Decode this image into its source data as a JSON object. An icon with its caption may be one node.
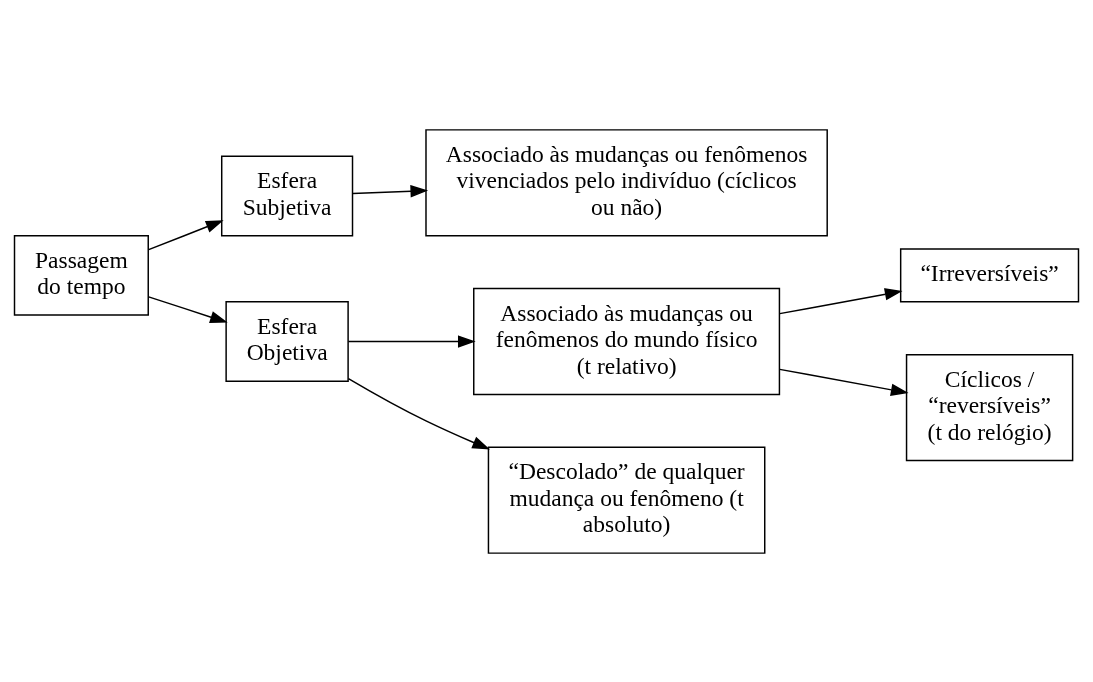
{
  "diagram": {
    "nodes": [
      {
        "text": [
          "Passagem do tempo"
        ]
      },
      {
        "text": [
          "Esfera Subjetiva"
        ]
      },
      {
        "text": [
          "Associado às mudanças ou fenômenos vivenciados pelo indivíduo (cíclicos ou não)"
        ]
      },
      {
        "text": [
          "Esfera Objetiva"
        ]
      },
      {
        "text": [
          "Associado às mudanças ou fenômenos do mundo físico (t relativo)"
        ]
      },
      {
        "text": [
          "“Descolado” de qualquer mudança ou fenômeno (t absoluto)"
        ]
      },
      {
        "text": [
          "“Irreversíveis”"
        ]
      },
      {
        "text": [
          "Cíclicos / “reversíveis” (t do relógio)"
        ]
      }
    ],
    "edges": [
      {
        "from": 0,
        "to": 1,
        "arrow": "to"
      },
      {
        "from": 1,
        "to": 2,
        "arrow": "to"
      },
      {
        "from": 0,
        "to": 3,
        "arrow": "to"
      },
      {
        "from": 3,
        "to": 4,
        "arrow": "to"
      },
      {
        "from": 3,
        "to": 5,
        "arrow": "to"
      },
      {
        "from": 4,
        "to": 6,
        "arrow": "to"
      },
      {
        "from": 4,
        "to": 7,
        "arrow": "to"
      }
    ]
  }
}
